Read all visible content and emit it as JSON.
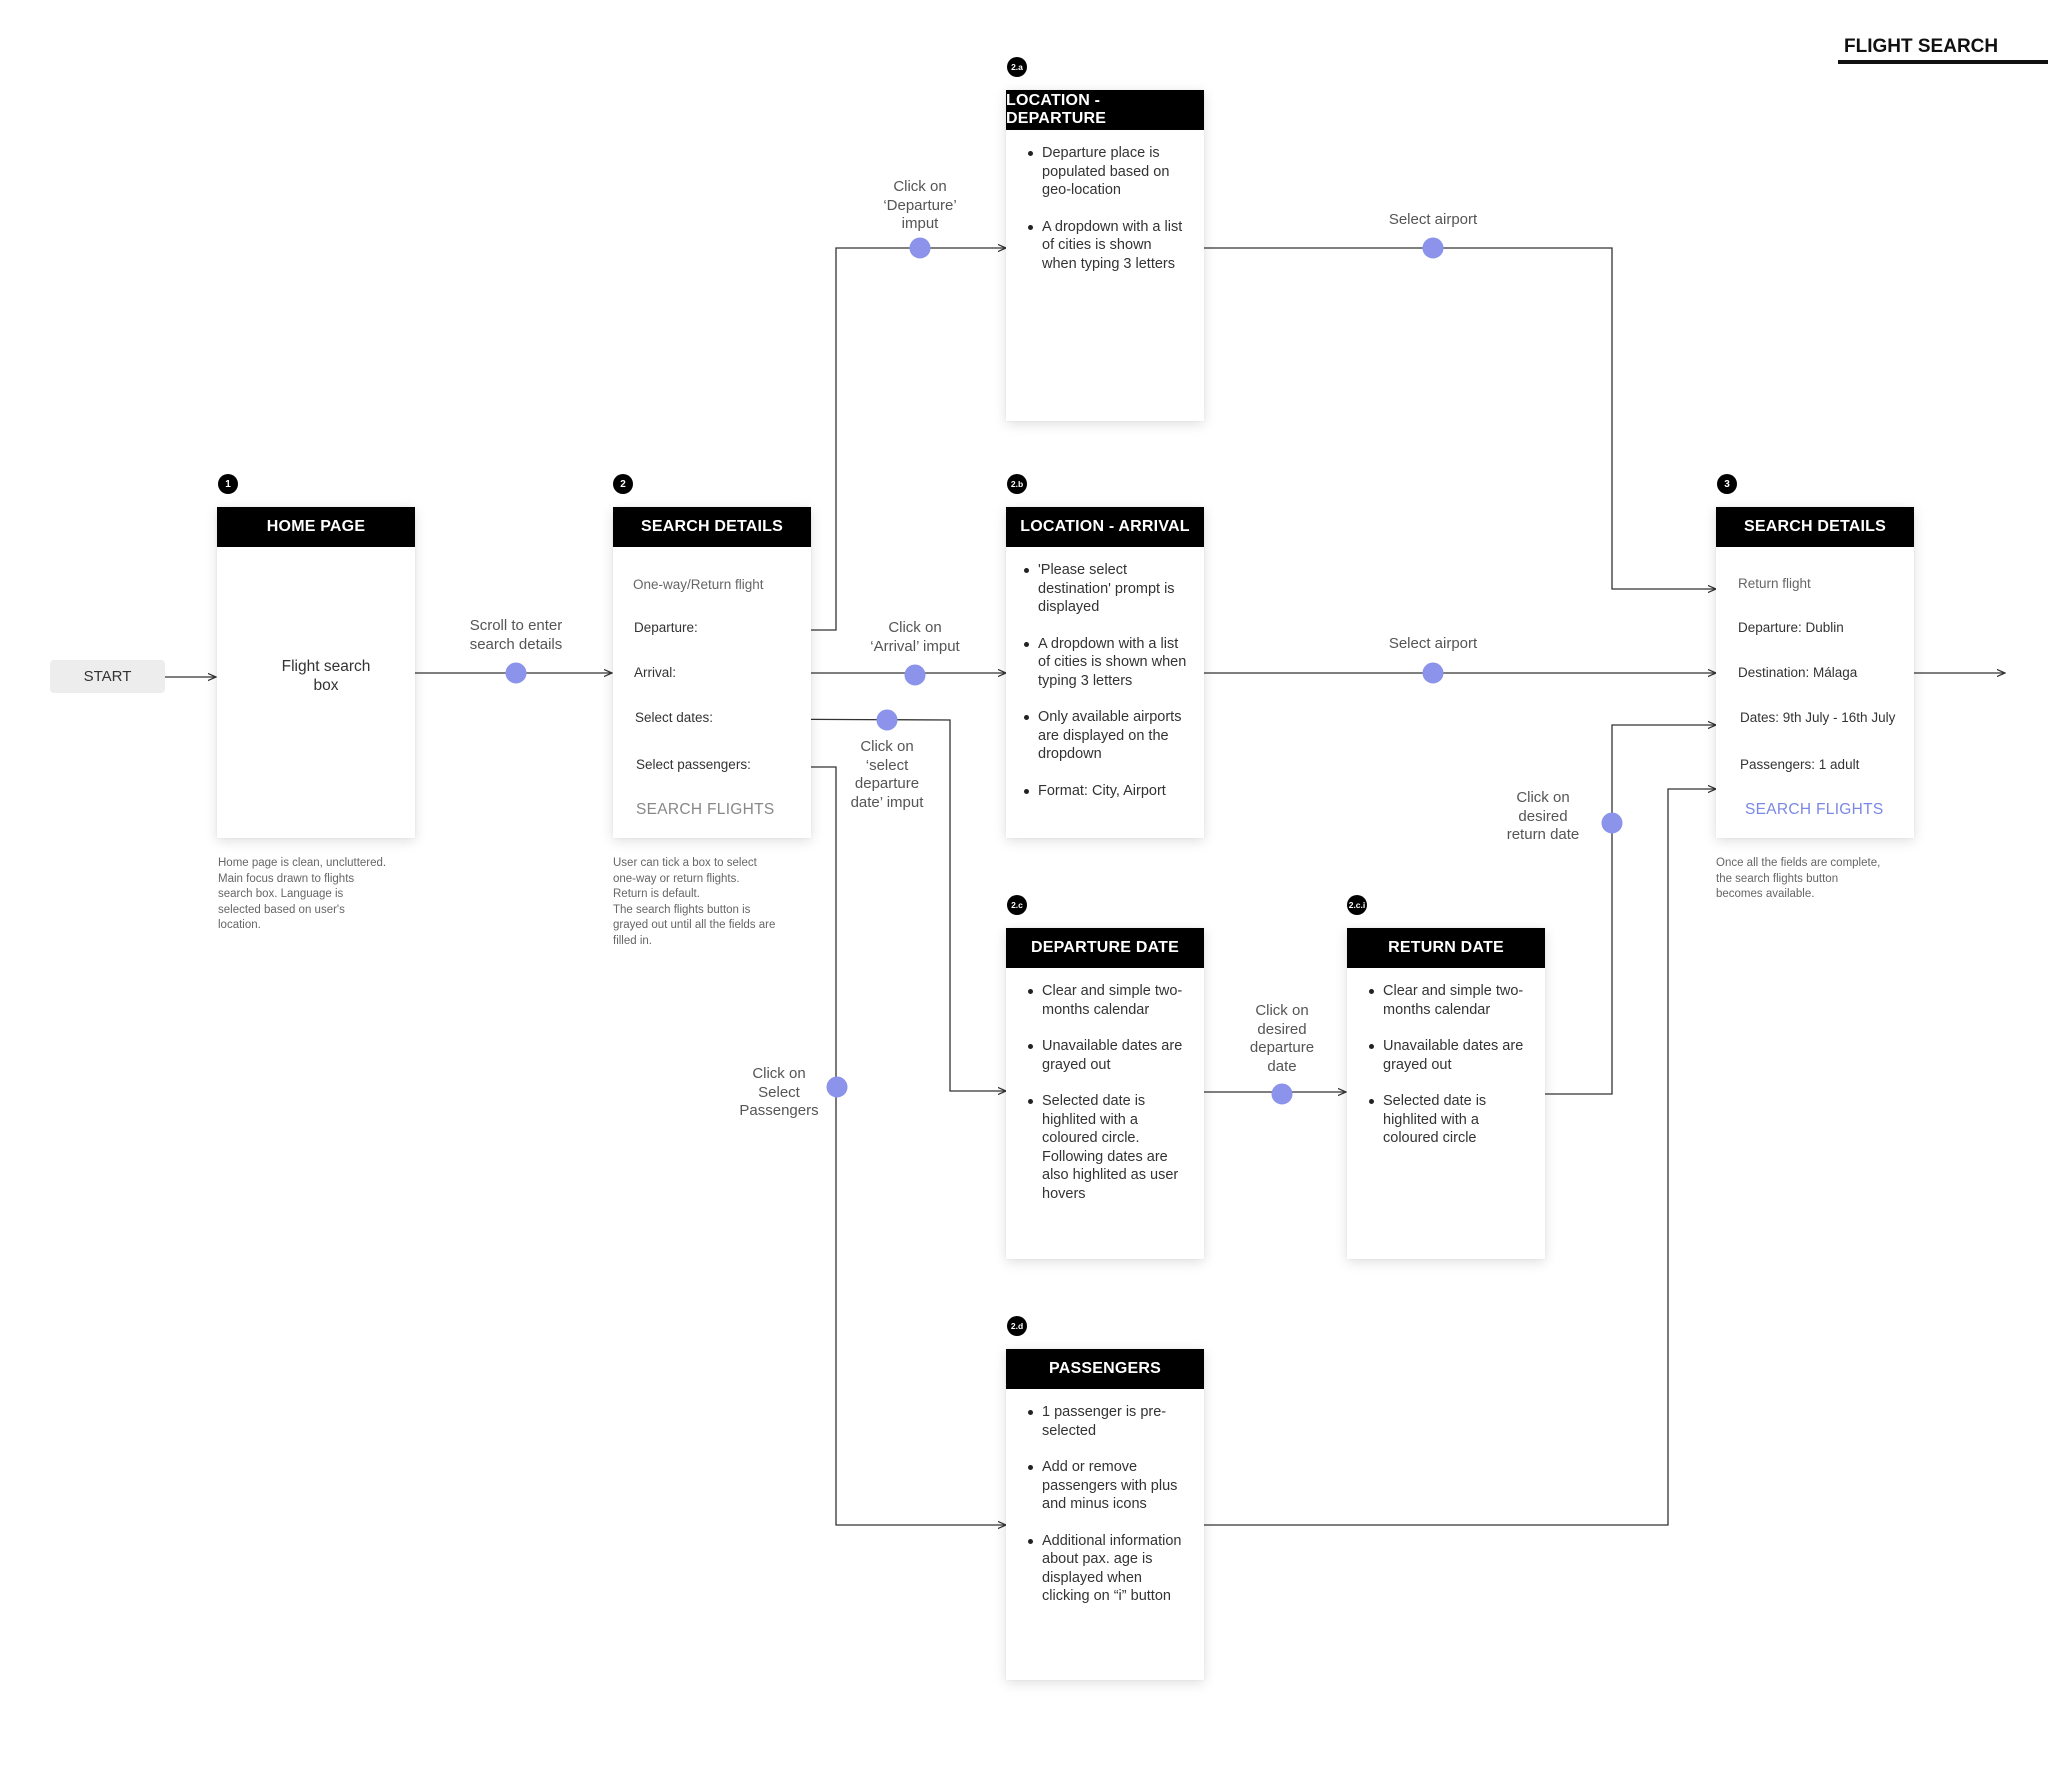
{
  "title": "FLIGHT SEARCH",
  "start": "START",
  "cards": {
    "home": {
      "badge": "1",
      "title": "HOME PAGE",
      "body": "Flight search\nbox",
      "note": "Home page is clean, uncluttered.\nMain focus drawn to flights\nsearch box. Language is\nselected based on user's\nlocation."
    },
    "search1": {
      "badge": "2",
      "title": "SEARCH DETAILS",
      "fields": [
        "One-way/Return flight",
        "Departure:",
        "Arrival:",
        "Select dates:",
        "Select passengers:"
      ],
      "cta": "SEARCH FLIGHTS",
      "note": "User can tick a box to select\none-way or return flights.\nReturn is default.\nThe search flights button is\ngrayed out until all the fields are\nfilled in."
    },
    "departure_loc": {
      "badge": "2.a",
      "title": "LOCATION - DEPARTURE",
      "bullets": [
        "Departure place is populated based on geo-location",
        "A dropdown with a list of cities is shown when typing 3 letters"
      ]
    },
    "arrival_loc": {
      "badge": "2.b",
      "title": "LOCATION - ARRIVAL",
      "bullets": [
        "'Please select destination' prompt is displayed",
        "A dropdown with a list of cities is shown when typing 3 letters",
        "Only available airports are displayed on the dropdown",
        "Format: City, Airport"
      ]
    },
    "departure_date": {
      "badge": "2.c",
      "title": "DEPARTURE DATE",
      "bullets": [
        "Clear and simple two-months calendar",
        "Unavailable dates are grayed out",
        "Selected date is highlited with a coloured circle. Following dates are also highlited as user hovers"
      ]
    },
    "return_date": {
      "badge": "2.c.i",
      "title": "RETURN DATE",
      "bullets": [
        "Clear and simple two-months calendar",
        "Unavailable dates are grayed out",
        "Selected date is highlited with a coloured circle"
      ]
    },
    "passengers": {
      "badge": "2.d",
      "title": "PASSENGERS",
      "bullets": [
        "1 passenger is pre-selected",
        "Add or remove passengers with plus and minus icons",
        "Additional information about pax. age is displayed when clicking on “i” button"
      ]
    },
    "search2": {
      "badge": "3",
      "title": "SEARCH DETAILS",
      "fields": [
        "Return flight",
        "Departure:  Dublin",
        "Destination: Málaga",
        "Dates: 9th July - 16th July",
        "Passengers: 1 adult"
      ],
      "cta": "SEARCH FLIGHTS",
      "note": "Once all the fields are complete,\nthe search flights button\nbecomes available."
    }
  },
  "edge_labels": {
    "scroll": "Scroll to enter\nsearch details",
    "click_departure": "Click on\n‘Departure’\nimput",
    "click_arrival": "Click on\n‘Arrival’ imput",
    "click_dates": "Click on\n‘select\ndeparture\ndate’ imput",
    "click_passengers": "Click on\nSelect\nPassengers",
    "select_airport_1": "Select airport",
    "select_airport_2": "Select airport",
    "click_dep_date": "Click on\ndesired\ndeparture\ndate",
    "click_return_date": "Click on\ndesired\nreturn date"
  },
  "colors": {
    "node_dot": "#8b93ea",
    "card_header": "#000000",
    "active_cta": "#7b87e6",
    "connector": "#333333"
  }
}
